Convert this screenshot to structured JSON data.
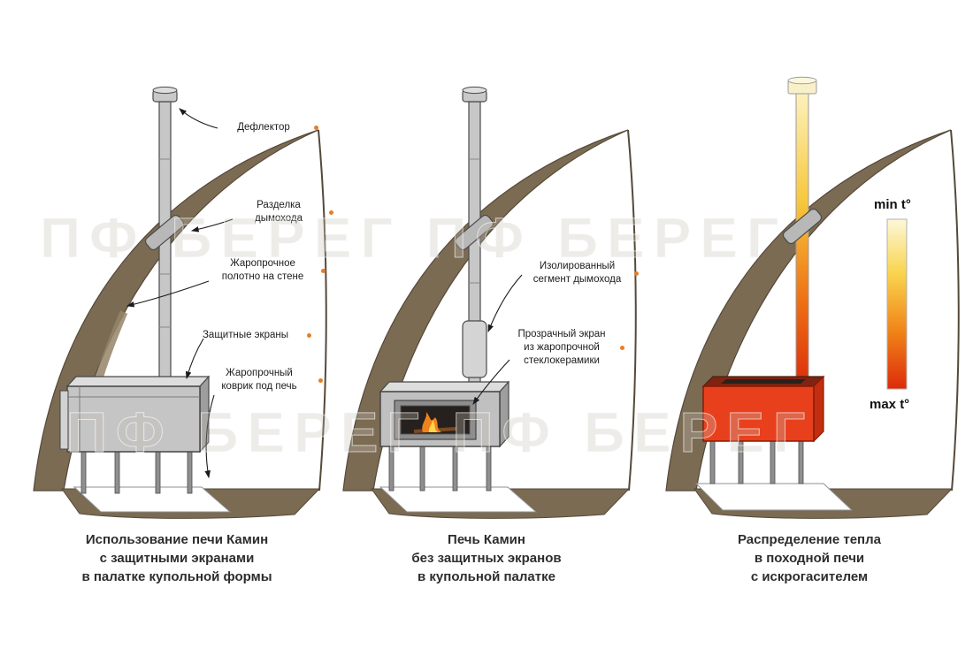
{
  "watermark": {
    "row1": "ПФ БЕРЕГ   ПФ БЕРЕГ",
    "row2": "ПФ БЕРЕГ   ПФ БЕРЕГ"
  },
  "panels": [
    {
      "labels": {
        "deflector": {
          "lines": [
            "Дефлектор"
          ]
        },
        "flashing": {
          "lines": [
            "Разделка",
            "дымохода"
          ]
        },
        "wall_cloth": {
          "lines": [
            "Жаропрочное",
            "полотно на стене"
          ]
        },
        "screens": {
          "lines": [
            "Защитные экраны"
          ]
        },
        "mat": {
          "lines": [
            "Жаропрочный",
            "коврик под печь"
          ]
        }
      },
      "caption": [
        "Использование печи Камин",
        "с защитными экранами",
        "в палатке купольной формы"
      ]
    },
    {
      "labels": {
        "insulated_segment": {
          "lines": [
            "Изолированный",
            "сегмент дымохода"
          ]
        },
        "glass_screen": {
          "lines": [
            "Прозрачный экран",
            "из жаропрочной",
            "стеклокерамики"
          ]
        }
      },
      "caption": [
        "Печь Камин",
        "без защитных экранов",
        "в купольной палатке"
      ]
    },
    {
      "legend": {
        "min": "min t°",
        "max": "max t°"
      },
      "caption": [
        "Распределение тепла",
        "в походной печи",
        "с искрогасителем"
      ]
    }
  ],
  "colors": {
    "tent": "#7b6b53",
    "accent_dot": "#e87e24",
    "heat_min": "#fdf3c2",
    "heat_max": "#dd2c0b"
  }
}
